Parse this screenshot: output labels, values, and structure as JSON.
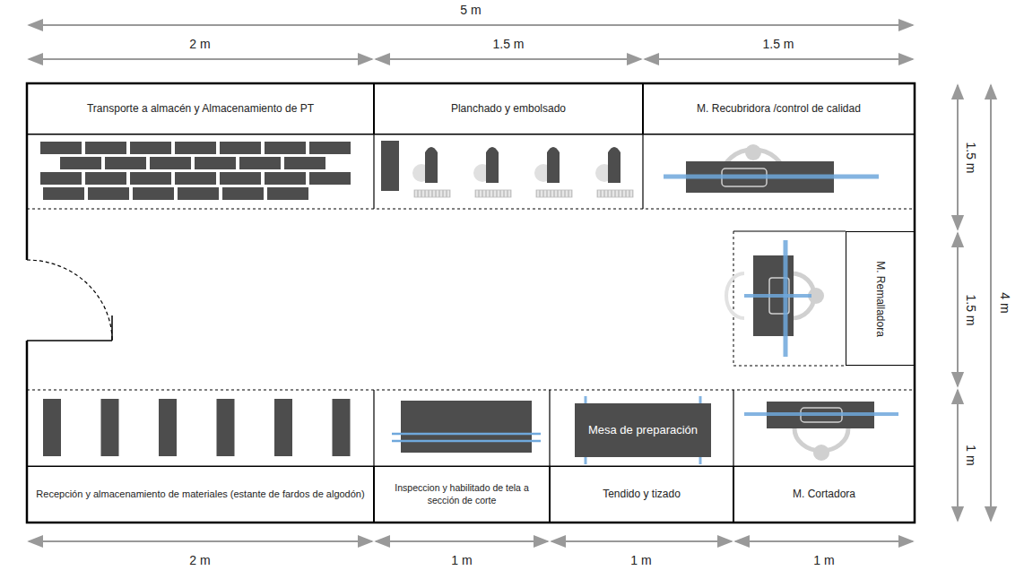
{
  "diagram": {
    "nodes": [
      {
        "text": [
          "Transporte a almacén y Almacenamiento de PT"
        ]
      },
      {
        "text": [
          "Planchado y embolsado"
        ]
      },
      {
        "text": [
          "M. Recubridora /control de calidad"
        ]
      },
      {
        "text": [
          "M. Remalladora"
        ]
      },
      {
        "text": [
          "Mesa de preparación"
        ]
      },
      {
        "text": [
          "Recepción y almacenamiento de materiales (estante de fardos de algodón)"
        ]
      },
      {
        "text": [
          "Inspeccion y habilitado de tela a sección de corte"
        ]
      },
      {
        "text": [
          "Tendido y tizado"
        ]
      },
      {
        "text": [
          "M. Cortadora"
        ]
      }
    ],
    "edges": [],
    "labels": [
      "5 m",
      "2 m",
      "1.5 m",
      "1.5 m",
      "1.5 m",
      "1.5 m",
      "1 m",
      "4 m",
      "2 m",
      "1 m",
      "1 m",
      "1 m"
    ]
  }
}
